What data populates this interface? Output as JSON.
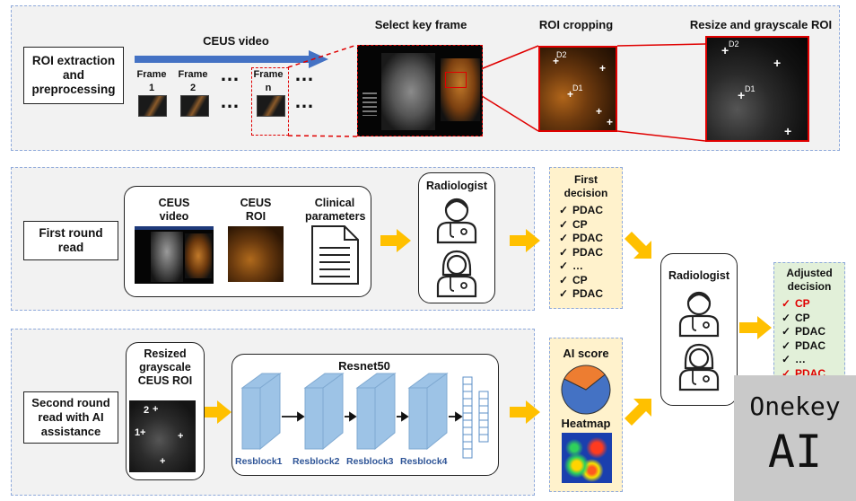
{
  "panel1": {
    "label": "ROI extraction\nand\npreprocessing",
    "video_title": "CEUS video",
    "frames": [
      "Frame\n1",
      "Frame\n2",
      "Frame\nn"
    ],
    "dots": "…",
    "steps": [
      "Select key frame",
      "ROI cropping",
      "Resize and grayscale ROI"
    ],
    "roi_marks": [
      "D2",
      "D1"
    ]
  },
  "panel2": {
    "label": "First round\nread",
    "inputs": [
      "CEUS\nvideo",
      "CEUS\nROI",
      "Clinical\nparameters"
    ],
    "radiologist": "Radiologist",
    "decision_title": "First\ndecision",
    "decisions": [
      "PDAC",
      "CP",
      "PDAC",
      "PDAC",
      "…",
      "CP",
      "PDAC"
    ]
  },
  "panel3": {
    "label": "Second round\nread with AI\nassistance",
    "input_title": "Resized\ngrayscale\nCEUS ROI",
    "roi_marks": [
      "2",
      "1"
    ],
    "model_title": "Resnet50",
    "blocks": [
      "Resblock1",
      "Resblock2",
      "Resblock3",
      "Resblock4"
    ],
    "ai_score": "AI score",
    "heatmap": "Heatmap"
  },
  "final": {
    "radiologist": "Radiologist",
    "title": "Adjusted\ndecision",
    "decisions": [
      {
        "text": "CP",
        "changed": true
      },
      {
        "text": "CP",
        "changed": false
      },
      {
        "text": "PDAC",
        "changed": false
      },
      {
        "text": "PDAC",
        "changed": false
      },
      {
        "text": "…",
        "changed": false
      },
      {
        "text": "PDAC",
        "changed": true
      }
    ]
  },
  "watermark": {
    "line1": "Onekey",
    "line2": "AI"
  },
  "ai_score_pie": {
    "values": [
      0.68,
      0.32
    ],
    "colors": [
      "#4472c4",
      "#ed7d31"
    ]
  },
  "colors": {
    "arrow": "#ffc000",
    "video_arrow": "#4472c4",
    "highlight": "#e00000",
    "decision_bg": "#fff2cc",
    "adjusted_bg": "#e2f0d9",
    "panel_border": "#8ea9db",
    "block": "#9dc3e6"
  }
}
